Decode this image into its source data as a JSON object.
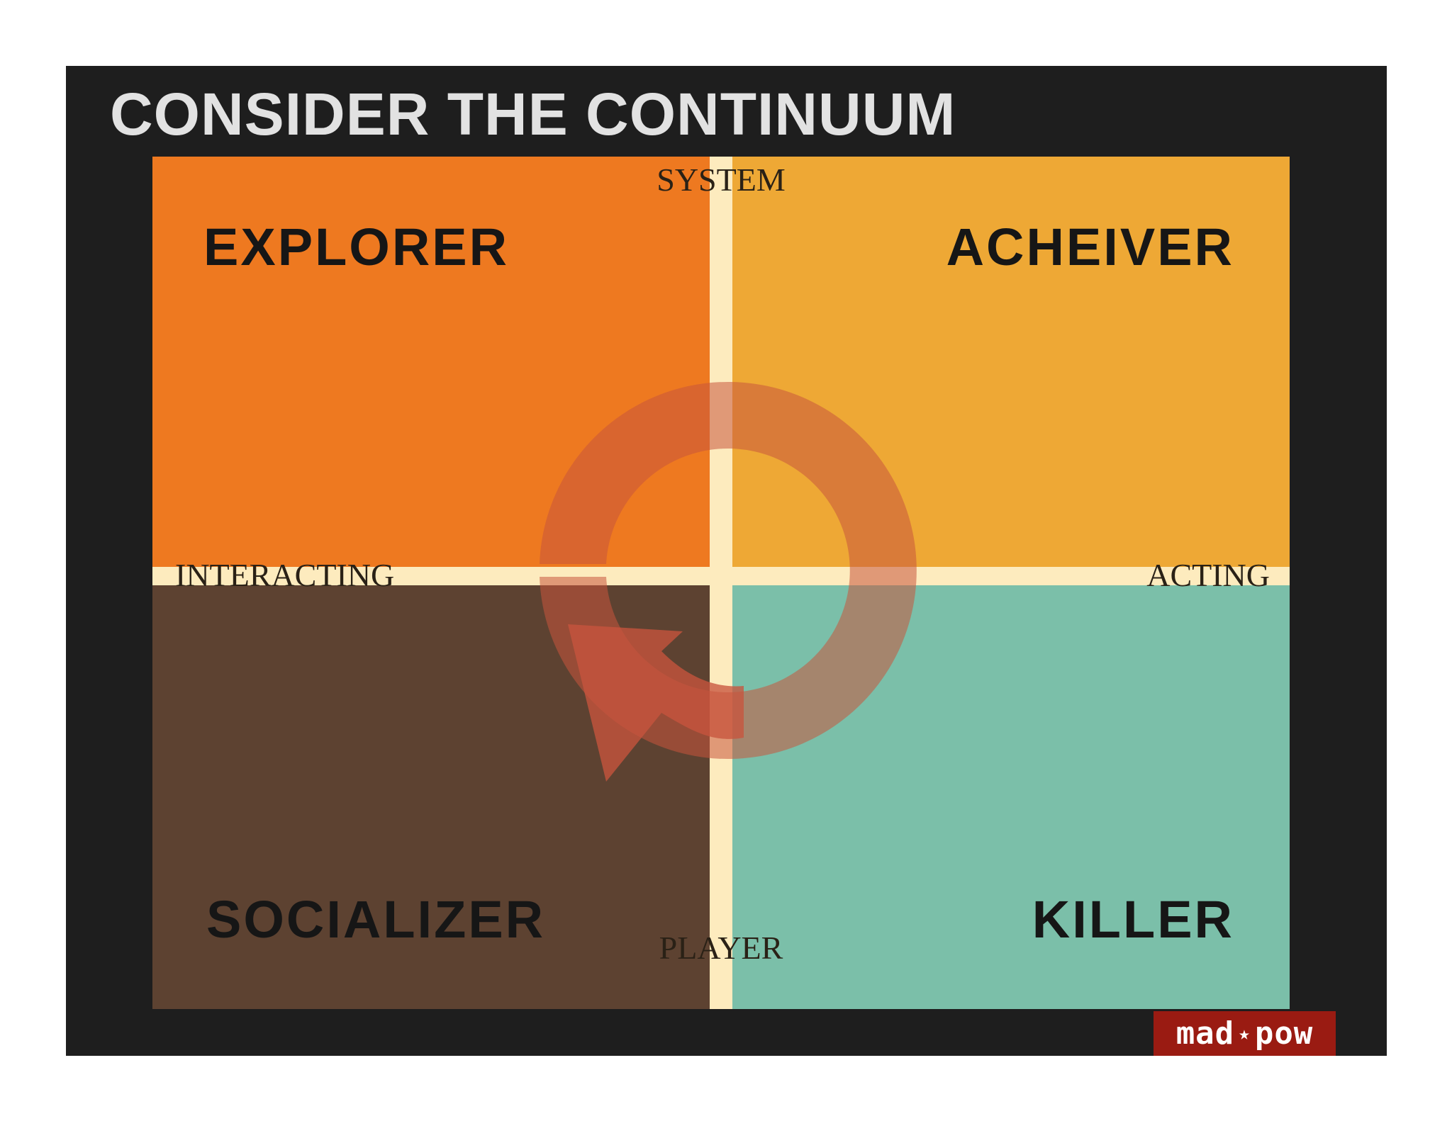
{
  "title": "CONSIDER THE CONTINUUM",
  "quadrants": {
    "explorer": {
      "label": "EXPLORER",
      "color": "#ee7920"
    },
    "achiever": {
      "label": "ACHEIVER",
      "color": "#eea835"
    },
    "socializer": {
      "label": "SOCIALIZER",
      "color": "#5d4231"
    },
    "killer": {
      "label": "KILLER",
      "color": "#7bbfa9"
    }
  },
  "axes": {
    "top": "SYSTEM",
    "bottom": "PLAYER",
    "left": "INTERACTING",
    "right": "ACTING",
    "color": "#fdebbe"
  },
  "cycle": {
    "color": "#c8553d",
    "direction": "counter-clockwise"
  },
  "colors": {
    "background": "#1e1e1e",
    "title": "#e2e2e2",
    "label_text": "#161616"
  },
  "logo": {
    "left": "mad",
    "star": "★",
    "right": "pow",
    "color": "#9a1b12"
  }
}
